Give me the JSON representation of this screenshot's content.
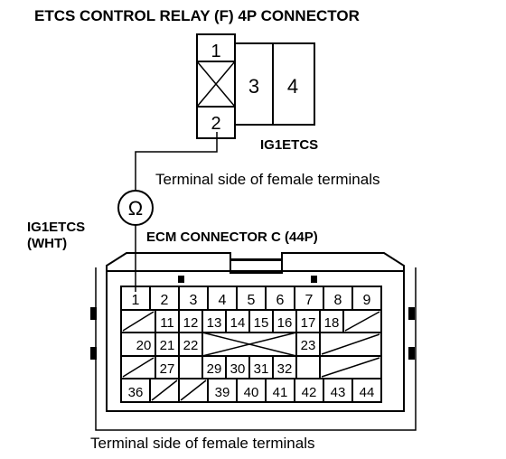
{
  "relay": {
    "title": "ETCS CONTROL RELAY (F) 4P CONNECTOR",
    "pins": [
      "1",
      "3",
      "4",
      "2"
    ],
    "wire_label": "IG1ETCS",
    "side_note": "Terminal side of female terminals"
  },
  "meter": {
    "symbol": "Ω",
    "lead_label_line1": "IG1ETCS",
    "lead_label_line2": "(WHT)"
  },
  "ecm": {
    "title": "ECM CONNECTOR C (44P)",
    "row1": [
      "1",
      "2",
      "3",
      "4",
      "5",
      "6",
      "7",
      "8",
      "9"
    ],
    "row2": [
      "11",
      "12",
      "13",
      "14",
      "15",
      "16",
      "17",
      "18"
    ],
    "row3": [
      "20",
      "21",
      "22",
      "23"
    ],
    "row4": [
      "27",
      "29",
      "30",
      "31",
      "32"
    ],
    "row5": [
      "36",
      "39",
      "40",
      "41",
      "42",
      "43",
      "44"
    ],
    "side_note": "Terminal side of female terminals"
  }
}
